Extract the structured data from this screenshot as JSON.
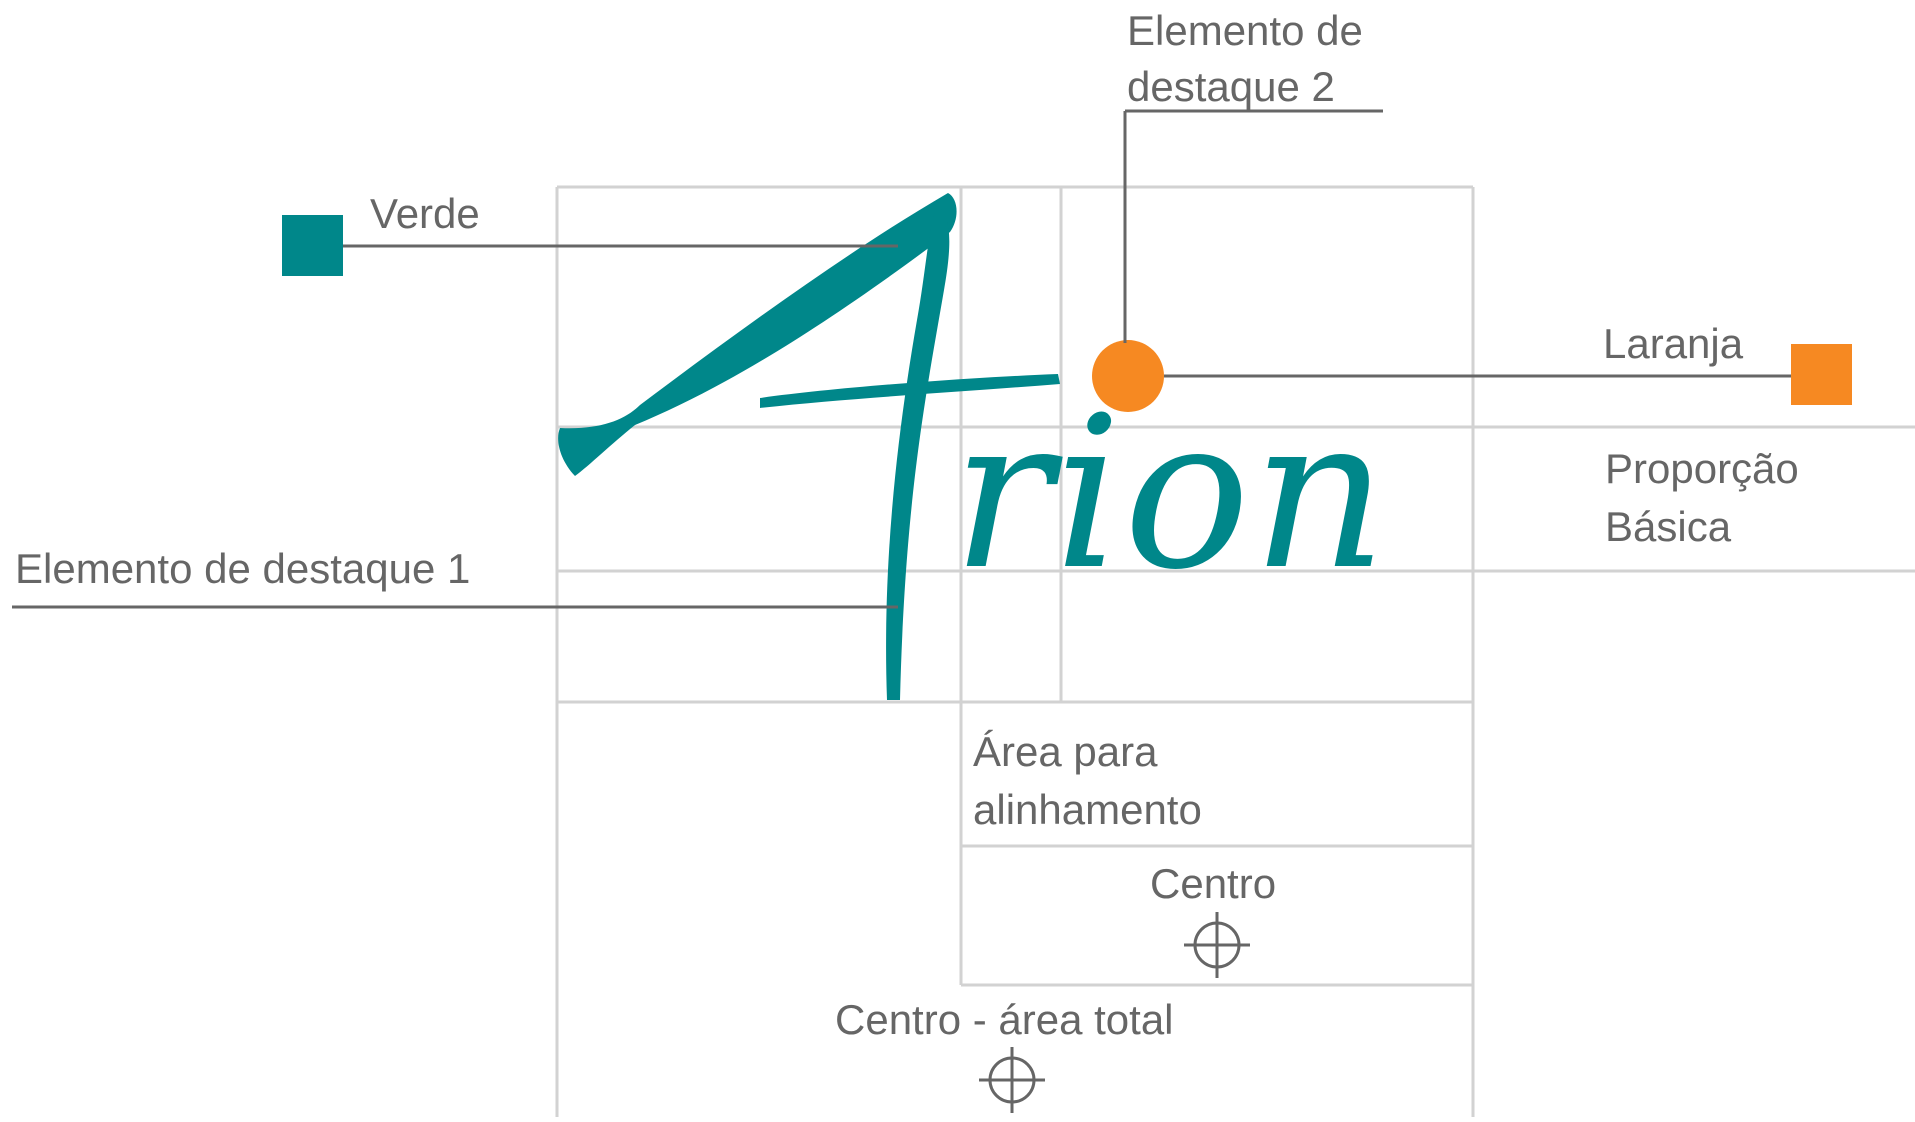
{
  "logo": {
    "rest_text": "rion",
    "image_note": "A"
  },
  "labels": {
    "verde": "Verde",
    "highlight2": [
      "Elemento de",
      "destaque 2"
    ],
    "laranja": "Laranja",
    "proportion": [
      "Proporção",
      "Básica"
    ],
    "highlight1": "Elemento de destaque 1",
    "alignment": [
      "Área para",
      "alinhamento"
    ],
    "center": "Centro",
    "center_total": "Centro - área total"
  },
  "colors": {
    "teal": "#00878A",
    "orange": "#F68922",
    "text": "#666666",
    "grid": "#d2d2d2",
    "leader": "#666666"
  }
}
